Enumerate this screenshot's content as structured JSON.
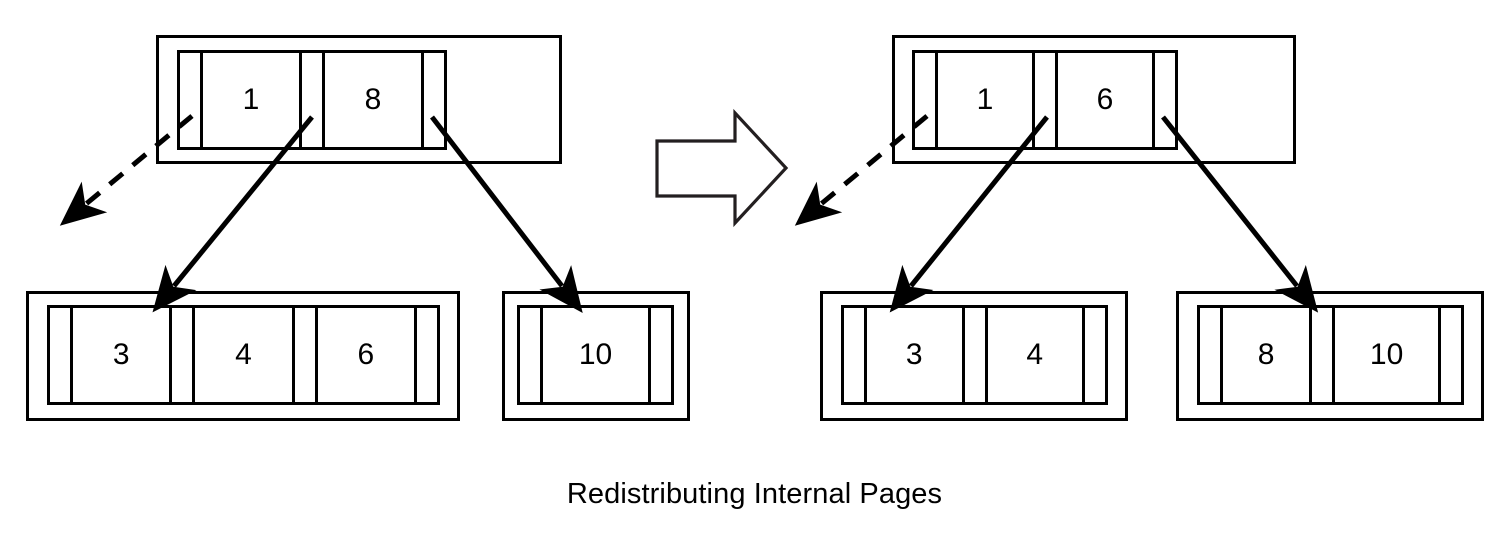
{
  "caption": "Redistributing Internal Pages",
  "colors": {
    "stroke": "#000000",
    "background": "#ffffff",
    "text": "#000000"
  },
  "diagram": {
    "type": "b+tree-redistribution",
    "before": {
      "root": {
        "keys": [
          "1",
          "8"
        ],
        "pointer_cells": 3
      },
      "children": [
        {
          "keys": [
            "3",
            "4",
            "6"
          ],
          "pointer_cells": 4
        },
        {
          "keys": [
            "10"
          ],
          "pointer_cells": 2
        }
      ]
    },
    "after": {
      "root": {
        "keys": [
          "1",
          "6"
        ],
        "pointer_cells": 3
      },
      "children": [
        {
          "keys": [
            "3",
            "4"
          ],
          "pointer_cells": 3
        },
        {
          "keys": [
            "8",
            "10"
          ],
          "pointer_cells": 3
        }
      ]
    },
    "transform_arrow": "block-arrow-right"
  },
  "before_root_cells": [
    {
      "kind": "ptr",
      "label": ""
    },
    {
      "kind": "key",
      "label": "1"
    },
    {
      "kind": "ptr",
      "label": ""
    },
    {
      "kind": "key",
      "label": "8"
    },
    {
      "kind": "ptr",
      "label": ""
    }
  ],
  "before_leaf_left_cells": [
    {
      "kind": "ptr",
      "label": ""
    },
    {
      "kind": "key",
      "label": "3"
    },
    {
      "kind": "ptr",
      "label": ""
    },
    {
      "kind": "key",
      "label": "4"
    },
    {
      "kind": "ptr",
      "label": ""
    },
    {
      "kind": "key",
      "label": "6"
    },
    {
      "kind": "ptr",
      "label": ""
    }
  ],
  "before_leaf_right_cells": [
    {
      "kind": "ptr",
      "label": ""
    },
    {
      "kind": "key",
      "label": "10"
    },
    {
      "kind": "ptr",
      "label": ""
    }
  ],
  "after_root_cells": [
    {
      "kind": "ptr",
      "label": ""
    },
    {
      "kind": "key",
      "label": "1"
    },
    {
      "kind": "ptr",
      "label": ""
    },
    {
      "kind": "key",
      "label": "6"
    },
    {
      "kind": "ptr",
      "label": ""
    }
  ],
  "after_leaf_left_cells": [
    {
      "kind": "ptr",
      "label": ""
    },
    {
      "kind": "key",
      "label": "3"
    },
    {
      "kind": "ptr",
      "label": ""
    },
    {
      "kind": "key",
      "label": "4"
    },
    {
      "kind": "ptr",
      "label": ""
    }
  ],
  "after_leaf_right_cells": [
    {
      "kind": "ptr",
      "label": ""
    },
    {
      "kind": "key",
      "label": "8"
    },
    {
      "kind": "ptr",
      "label": ""
    },
    {
      "kind": "key",
      "label": "10"
    },
    {
      "kind": "ptr",
      "label": ""
    }
  ]
}
